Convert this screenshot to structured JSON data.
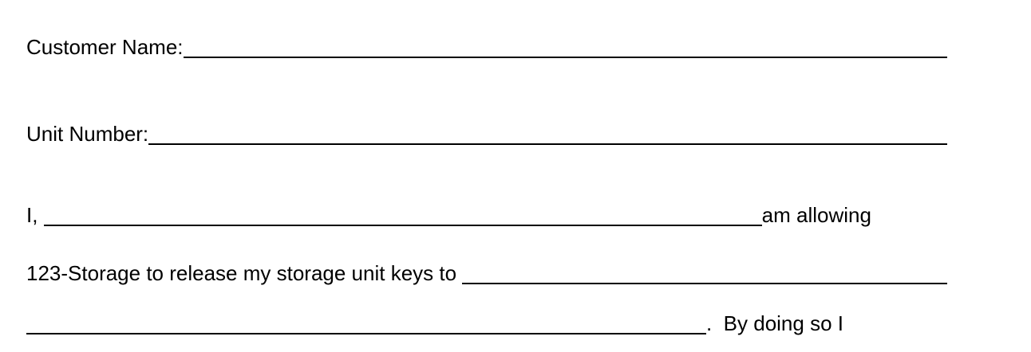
{
  "page": {
    "background_color": "#ffffff",
    "text_color": "#000000"
  },
  "form": {
    "customer_name": {
      "label": "Customer Name:",
      "value": ""
    },
    "unit_number": {
      "label": "Unit Number:",
      "value": ""
    },
    "authorization": {
      "line1": {
        "prefix": "I, ",
        "blank_value": "",
        "suffix": "am allowing"
      },
      "line2": {
        "text": "123-Storage to release my storage unit keys to",
        "blank_value": ""
      },
      "line3": {
        "blank_value": "",
        "suffix": ".  By doing so I"
      }
    }
  }
}
